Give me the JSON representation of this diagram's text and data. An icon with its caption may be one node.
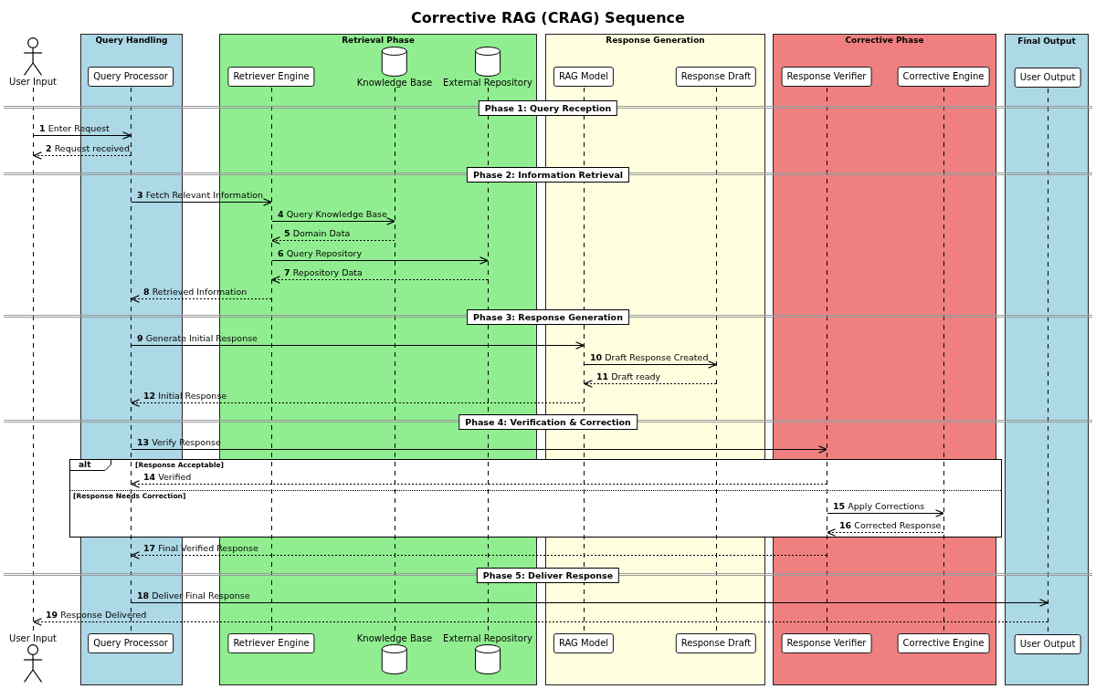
{
  "diagram": {
    "title": "Corrective RAG (CRAG) Sequence",
    "nodes": [
      {
        "text": [
          "User Input"
        ]
      },
      {
        "text": [
          "Query Handling"
        ]
      },
      {
        "text": [
          "Query Processor"
        ],
        "in": 1
      },
      {
        "text": [
          "Retrieval Phase"
        ]
      },
      {
        "text": [
          "Retriever Engine"
        ],
        "in": 3
      },
      {
        "text": [
          "Knowledge Base"
        ],
        "in": 3
      },
      {
        "text": [
          "External Repository"
        ],
        "in": 3
      },
      {
        "text": [
          "Response Generation"
        ]
      },
      {
        "text": [
          "RAG Model"
        ],
        "in": 7
      },
      {
        "text": [
          "Response Draft"
        ],
        "in": 7
      },
      {
        "text": [
          "Corrective Phase"
        ]
      },
      {
        "text": [
          "Response Verifier"
        ],
        "in": 10
      },
      {
        "text": [
          "Corrective Engine"
        ],
        "in": 10
      },
      {
        "text": [
          "Final Output"
        ]
      },
      {
        "text": [
          "User Output"
        ],
        "in": 13
      },
      {
        "text": [],
        "shape": "line"
      },
      {
        "text": [],
        "shape": "line",
        "in": 1
      },
      {
        "text": [],
        "shape": "line",
        "in": 3
      },
      {
        "text": [],
        "shape": "line",
        "in": 3
      },
      {
        "text": [],
        "shape": "line",
        "in": 3
      },
      {
        "text": [],
        "shape": "line",
        "in": 7
      },
      {
        "text": [],
        "shape": "line",
        "in": 7
      },
      {
        "text": [],
        "shape": "line",
        "in": 10
      },
      {
        "text": [],
        "shape": "line",
        "in": 10
      },
      {
        "text": [],
        "shape": "line",
        "in": 13
      },
      {
        "text": [
          "Phase 1: Query Reception"
        ]
      },
      {
        "text": [
          "Phase 2: Information Retrieval"
        ]
      },
      {
        "text": [
          "Phase 3: Response Generation"
        ]
      },
      {
        "text": [
          "Phase 4: Verification & Correction"
        ]
      },
      {
        "text": [
          "alt"
        ]
      },
      {
        "text": [
          "Phase 5: Deliver Response"
        ]
      },
      {
        "text": [
          "User Input"
        ]
      },
      {
        "text": [
          "Query Processor"
        ],
        "in": 1
      },
      {
        "text": [
          "Retriever Engine"
        ],
        "in": 3
      },
      {
        "text": [
          "Knowledge Base"
        ],
        "in": 3
      },
      {
        "text": [
          "External Repository"
        ],
        "in": 3
      },
      {
        "text": [
          "RAG Model"
        ],
        "in": 7
      },
      {
        "text": [
          "Response Draft"
        ],
        "in": 7
      },
      {
        "text": [
          "Response Verifier"
        ],
        "in": 10
      },
      {
        "text": [
          "Corrective Engine"
        ],
        "in": 10
      },
      {
        "text": [
          "User Output"
        ],
        "in": 13
      }
    ],
    "edges": [
      {
        "from": 15,
        "to": 16,
        "arrow": "to",
        "label": "**1** Enter Request"
      },
      {
        "from": 16,
        "to": 15,
        "arrow": "to",
        "label": "**2** Request received",
        "style": "dashed"
      },
      {
        "from": 16,
        "to": 17,
        "arrow": "to",
        "label": "**3** Fetch Relevant Information"
      },
      {
        "from": 17,
        "to": 18,
        "arrow": "to",
        "label": "**4** Query Knowledge Base"
      },
      {
        "from": 18,
        "to": 17,
        "arrow": "to",
        "label": "**5** Domain Data",
        "style": "dashed"
      },
      {
        "from": 17,
        "to": 19,
        "arrow": "to",
        "label": "**6** Query Repository"
      },
      {
        "from": 19,
        "to": 17,
        "arrow": "to",
        "label": "**7** Repository Data",
        "style": "dashed"
      },
      {
        "from": 17,
        "to": 16,
        "arrow": "to",
        "label": "**8** Retrieved Information",
        "style": "dashed"
      },
      {
        "from": 16,
        "to": 20,
        "arrow": "to",
        "label": "**9** Generate Initial Response"
      },
      {
        "from": 20,
        "to": 21,
        "arrow": "to",
        "label": "**10** Draft Response Created"
      },
      {
        "from": 21,
        "to": 20,
        "arrow": "to",
        "label": "**11** Draft ready",
        "style": "dashed"
      },
      {
        "from": 20,
        "to": 16,
        "arrow": "to",
        "label": "**12** Initial Response",
        "style": "dashed"
      },
      {
        "from": 16,
        "to": 22,
        "arrow": "to",
        "label": "**13** Verify Response"
      },
      {
        "from": 22,
        "to": 16,
        "arrow": "to",
        "label": "**14** Verified",
        "style": "dashed"
      },
      {
        "from": 22,
        "to": 23,
        "arrow": "to",
        "label": "**15** Apply Corrections"
      },
      {
        "from": 23,
        "to": 22,
        "arrow": "to",
        "label": "**16** Corrected Response",
        "style": "dashed"
      },
      {
        "from": 22,
        "to": 16,
        "arrow": "to",
        "label": "**17** Final Verified Response",
        "style": "dashed"
      },
      {
        "from": 16,
        "to": 24,
        "arrow": "to",
        "label": "**18** Deliver Final Response"
      },
      {
        "from": 24,
        "to": 15,
        "arrow": "to",
        "label": "**19** Response Delivered",
        "style": "dashed"
      }
    ],
    "labels": [
      "[Response Acceptable]",
      "[Response Needs Correction]"
    ]
  }
}
